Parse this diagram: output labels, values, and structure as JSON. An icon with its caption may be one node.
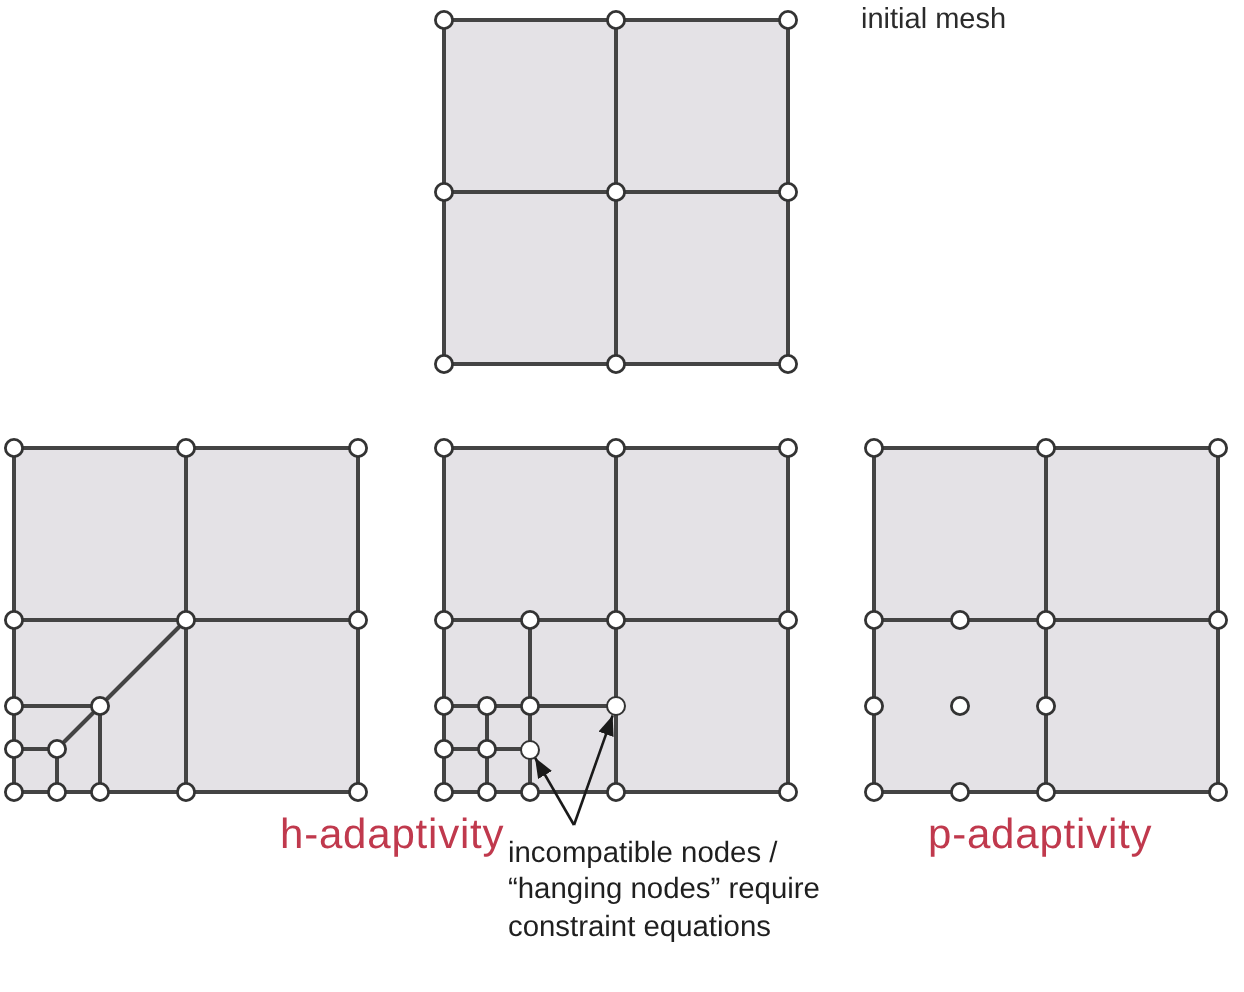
{
  "diagram": {
    "nodes": [
      {
        "text": [
          "incompatible nodes / “hanging nodes” require constraint equations"
        ]
      },
      {
        "text": [],
        "shape": "circle"
      },
      {
        "text": [],
        "shape": "circle"
      }
    ],
    "edges": [
      {
        "from": 0,
        "to": 1,
        "arrow": "to"
      },
      {
        "from": 0,
        "to": 2,
        "arrow": "to"
      }
    ],
    "labels": [
      "initial mesh",
      "h-adaptivity",
      "p-adaptivity"
    ]
  }
}
